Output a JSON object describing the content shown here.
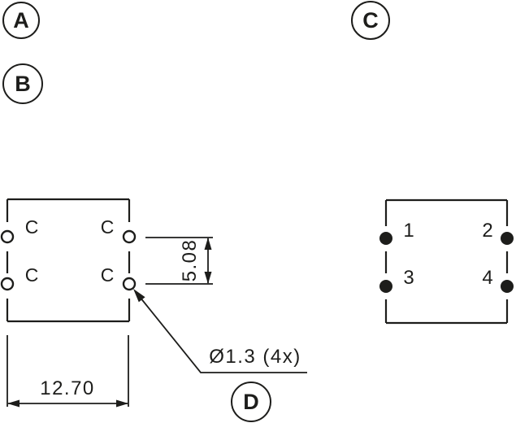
{
  "callouts": [
    {
      "label": "A"
    },
    {
      "label": "B"
    },
    {
      "label": "C"
    },
    {
      "label": "D"
    }
  ],
  "left_view": {
    "pad_labels": [
      "C",
      "C",
      "C",
      "C"
    ],
    "dim_vertical": "5.08",
    "dim_horizontal": "12.70",
    "hole_note": "Ø1.3 (4x)"
  },
  "right_view": {
    "pin_numbers": [
      "1",
      "2",
      "3",
      "4"
    ]
  },
  "colors": {
    "ink": "#1d1d1b",
    "background": "#ffffff"
  }
}
